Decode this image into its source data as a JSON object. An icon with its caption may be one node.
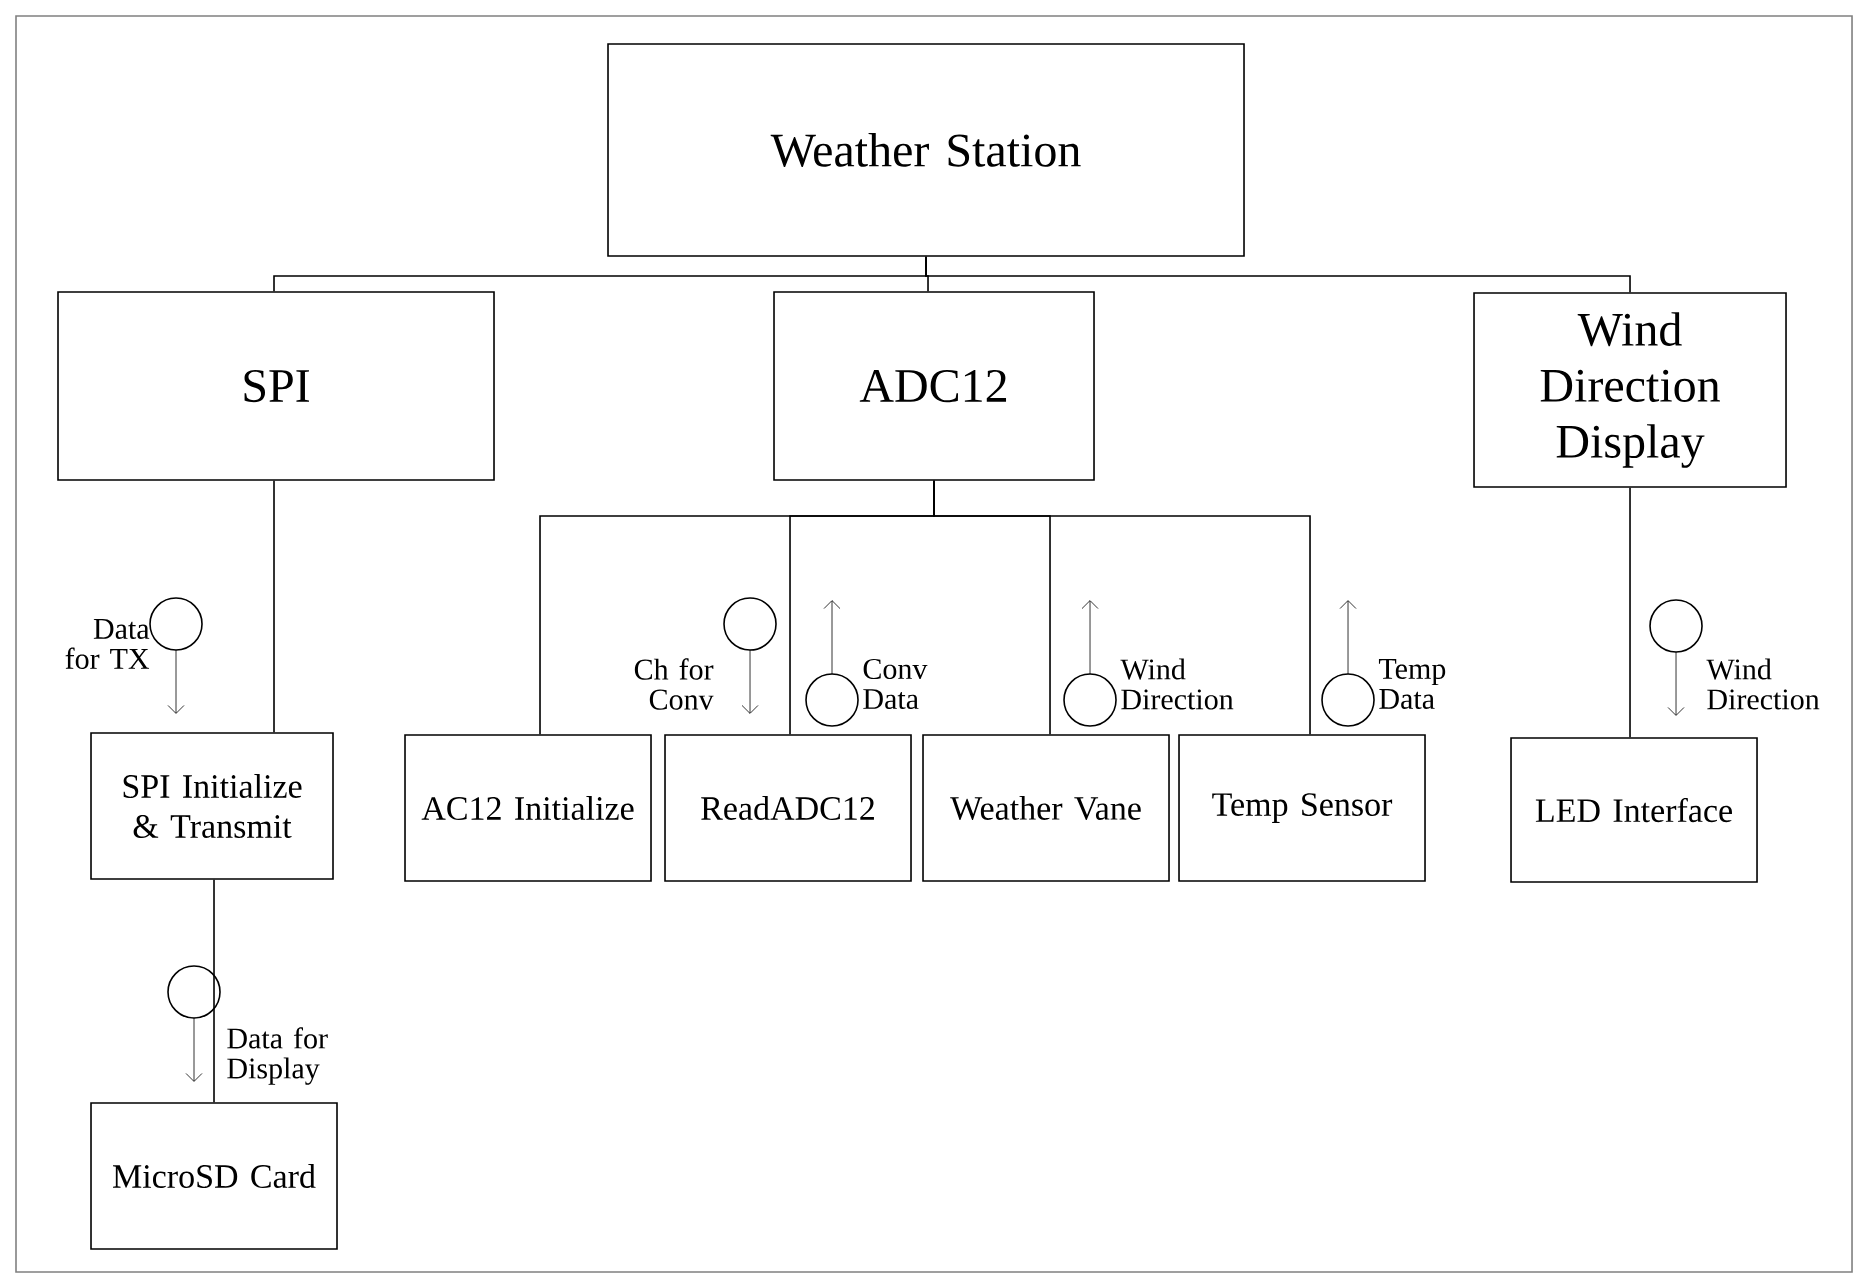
{
  "diagram": {
    "nodes": [
      {
        "text": [
          "Weather Station"
        ]
      },
      {
        "text": [
          "SPI"
        ]
      },
      {
        "text": [
          "ADC12"
        ]
      },
      {
        "text": [
          "Wind Direction Display"
        ]
      },
      {
        "text": [
          "SPI Initialize & Transmit"
        ]
      },
      {
        "text": [
          "MicroSD Card"
        ]
      },
      {
        "text": [
          "AC12 Initialize"
        ]
      },
      {
        "text": [
          "ReadADC12"
        ]
      },
      {
        "text": [
          "Weather Vane"
        ]
      },
      {
        "text": [
          "Temp Sensor"
        ]
      },
      {
        "text": [
          "LED Interface"
        ]
      }
    ],
    "edges": [
      {
        "from": 0,
        "to": 1,
        "arrow": "none"
      },
      {
        "from": 0,
        "to": 2,
        "arrow": "none"
      },
      {
        "from": 0,
        "to": 3,
        "arrow": "none"
      },
      {
        "from": 1,
        "to": 4,
        "arrow": "none"
      },
      {
        "from": 4,
        "to": 5,
        "arrow": "none"
      },
      {
        "from": 2,
        "to": 6,
        "arrow": "none"
      },
      {
        "from": 2,
        "to": 7,
        "arrow": "none"
      },
      {
        "from": 2,
        "to": 8,
        "arrow": "none"
      },
      {
        "from": 2,
        "to": 9,
        "arrow": "none"
      },
      {
        "from": 3,
        "to": 10,
        "arrow": "none"
      }
    ],
    "labels": [
      "Data for TX",
      "Data for Display",
      "Ch for Conv",
      "Conv Data",
      "Wind Direction",
      "Temp Data",
      "Wind Direction"
    ]
  }
}
